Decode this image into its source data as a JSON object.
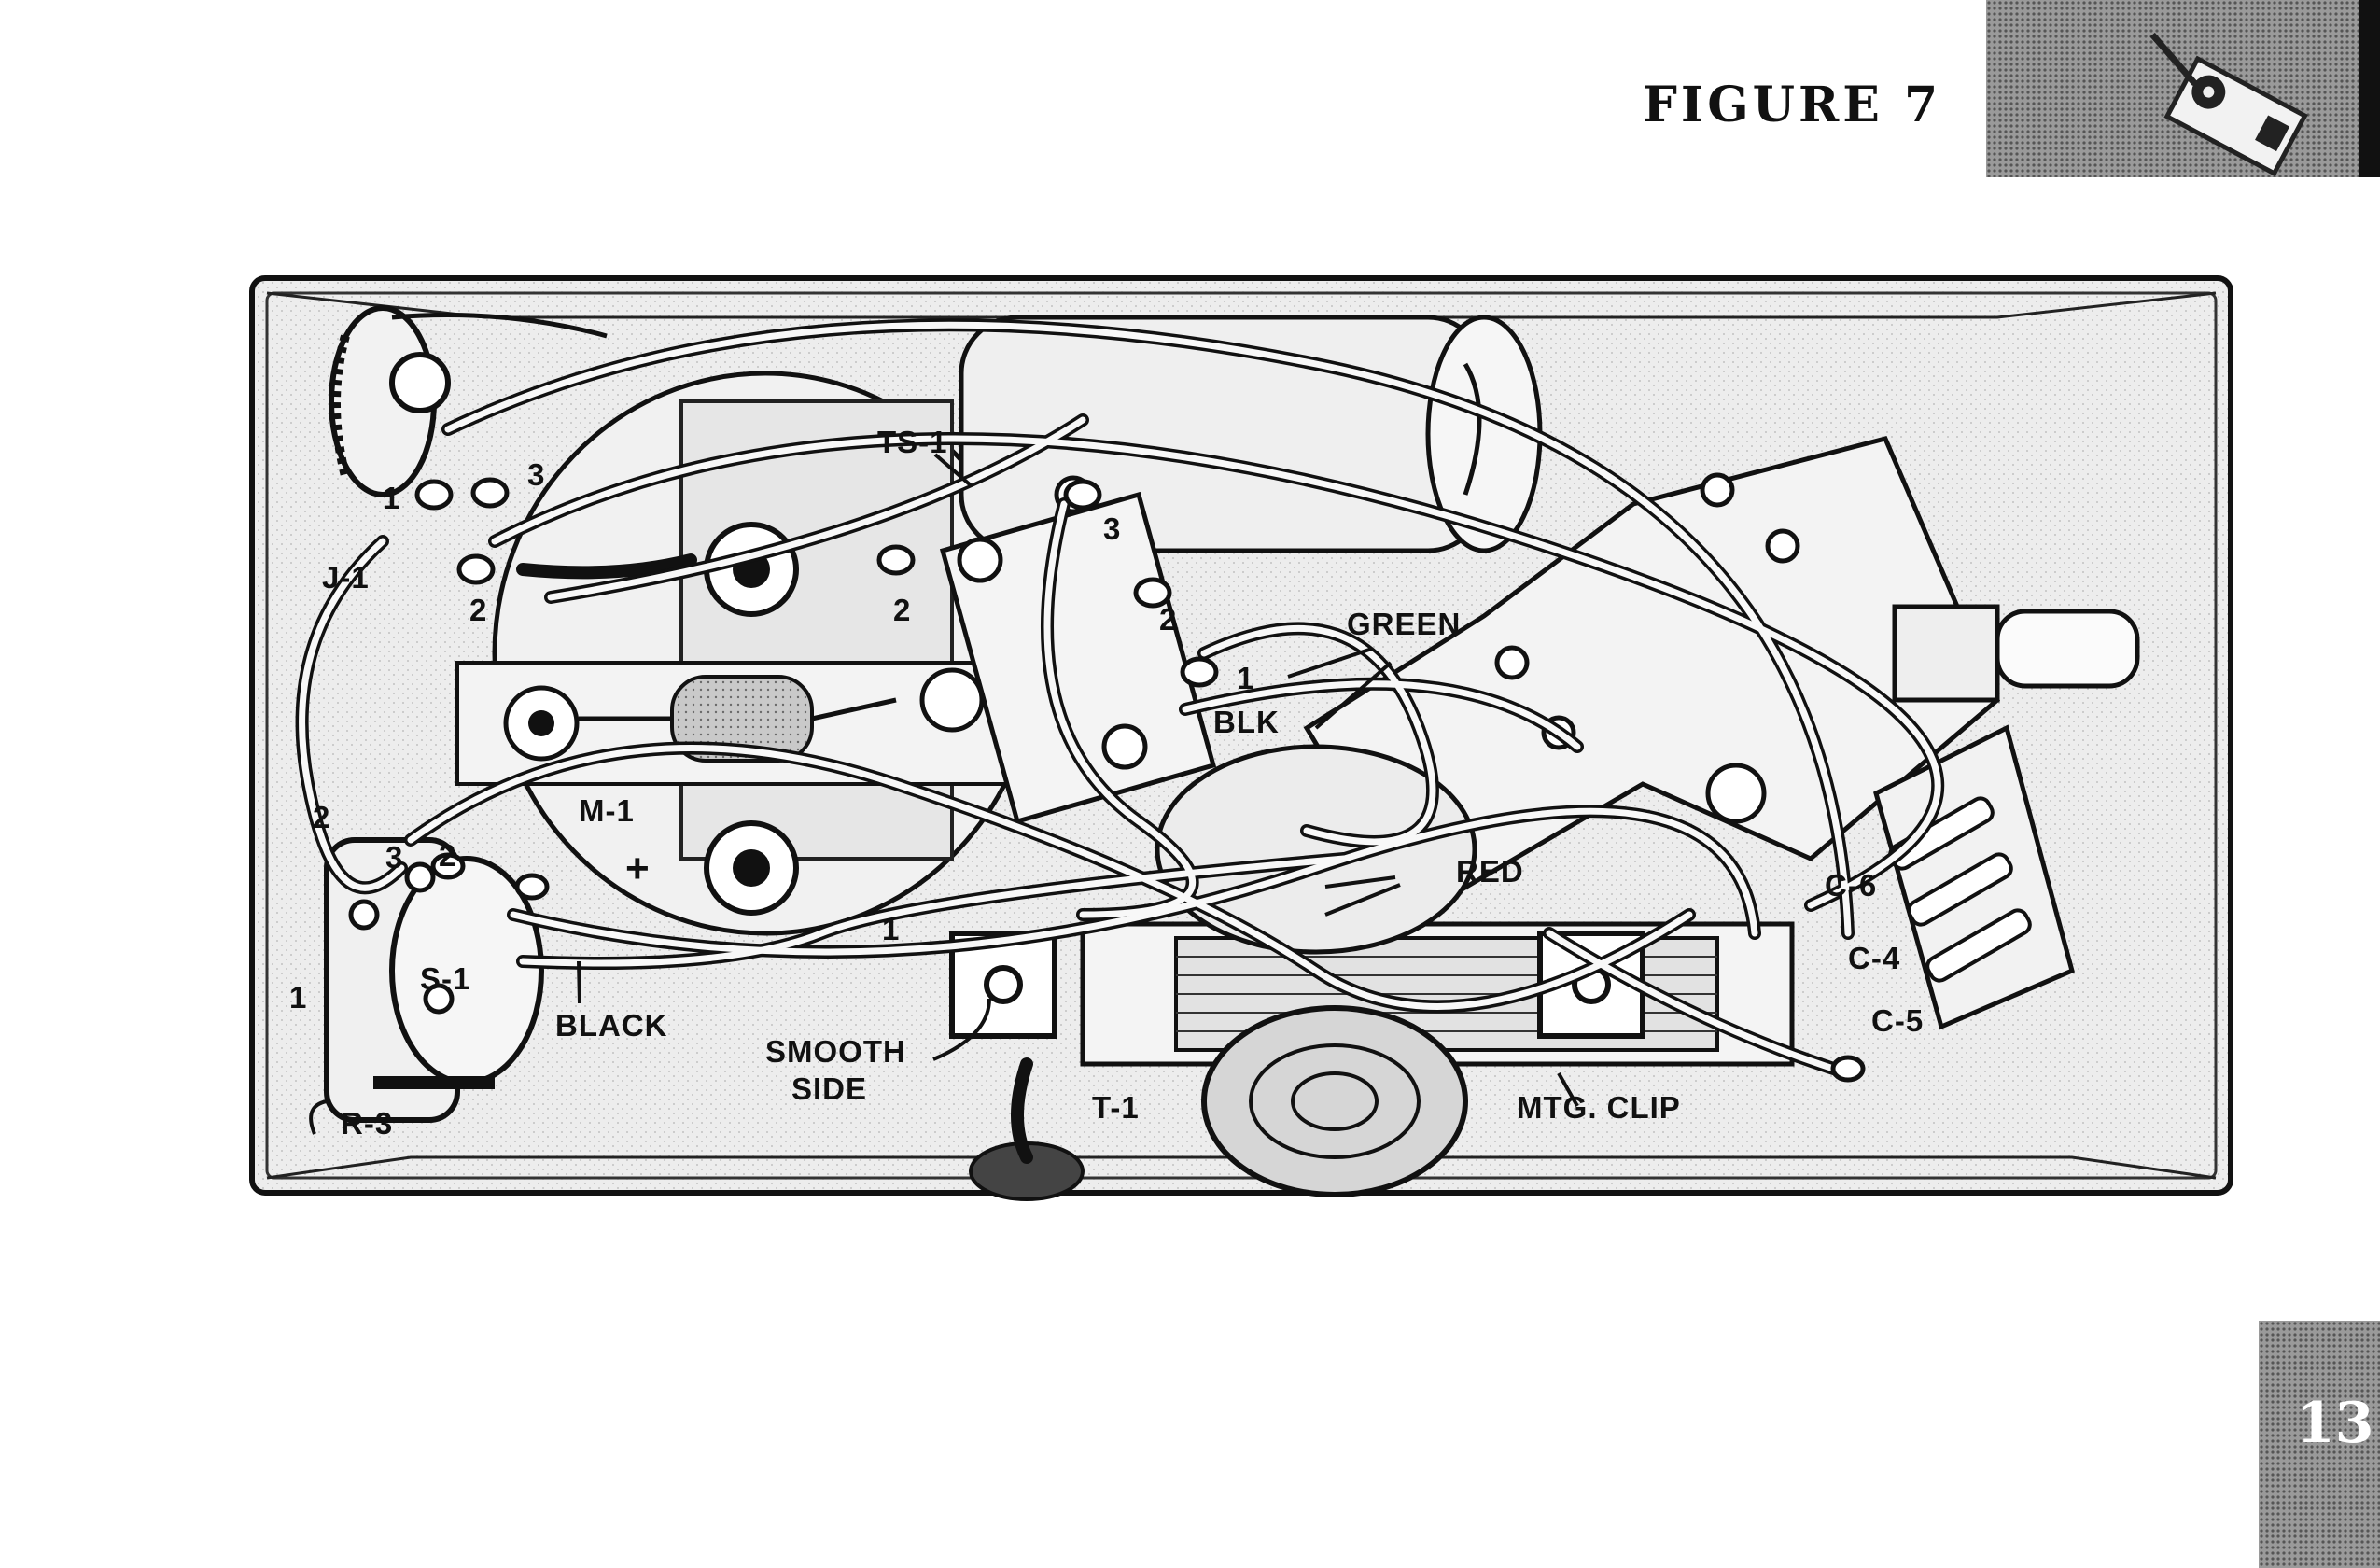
{
  "page": {
    "figure_title": "FIGURE 7",
    "page_number": "13"
  },
  "labels": {
    "ts1": "TS-1",
    "pin_j1_1": "1",
    "pin_j1_3": "3",
    "j1": "J-1",
    "pin_j1_2": "2",
    "pin_ts_3": "3",
    "pin_m_2": "2",
    "pin_ts_2": "2",
    "green": "GREEN",
    "pin_blk_1": "1",
    "blk": "BLK",
    "m1": "M-1",
    "plus": "+",
    "pin_s_2a": "2",
    "pin_s_3": "3",
    "pin_s_2b": "2",
    "pin_r_1": "1",
    "s1": "S-1",
    "black": "BLACK",
    "r3": "R-3",
    "pin_m_1": "1",
    "red": "RED",
    "smooth": "SMOOTH",
    "side": "SIDE",
    "t1": "T-1",
    "mtg_clip": "MTG. CLIP",
    "c6": "C-6",
    "c4": "C-4",
    "c5": "C-5"
  }
}
